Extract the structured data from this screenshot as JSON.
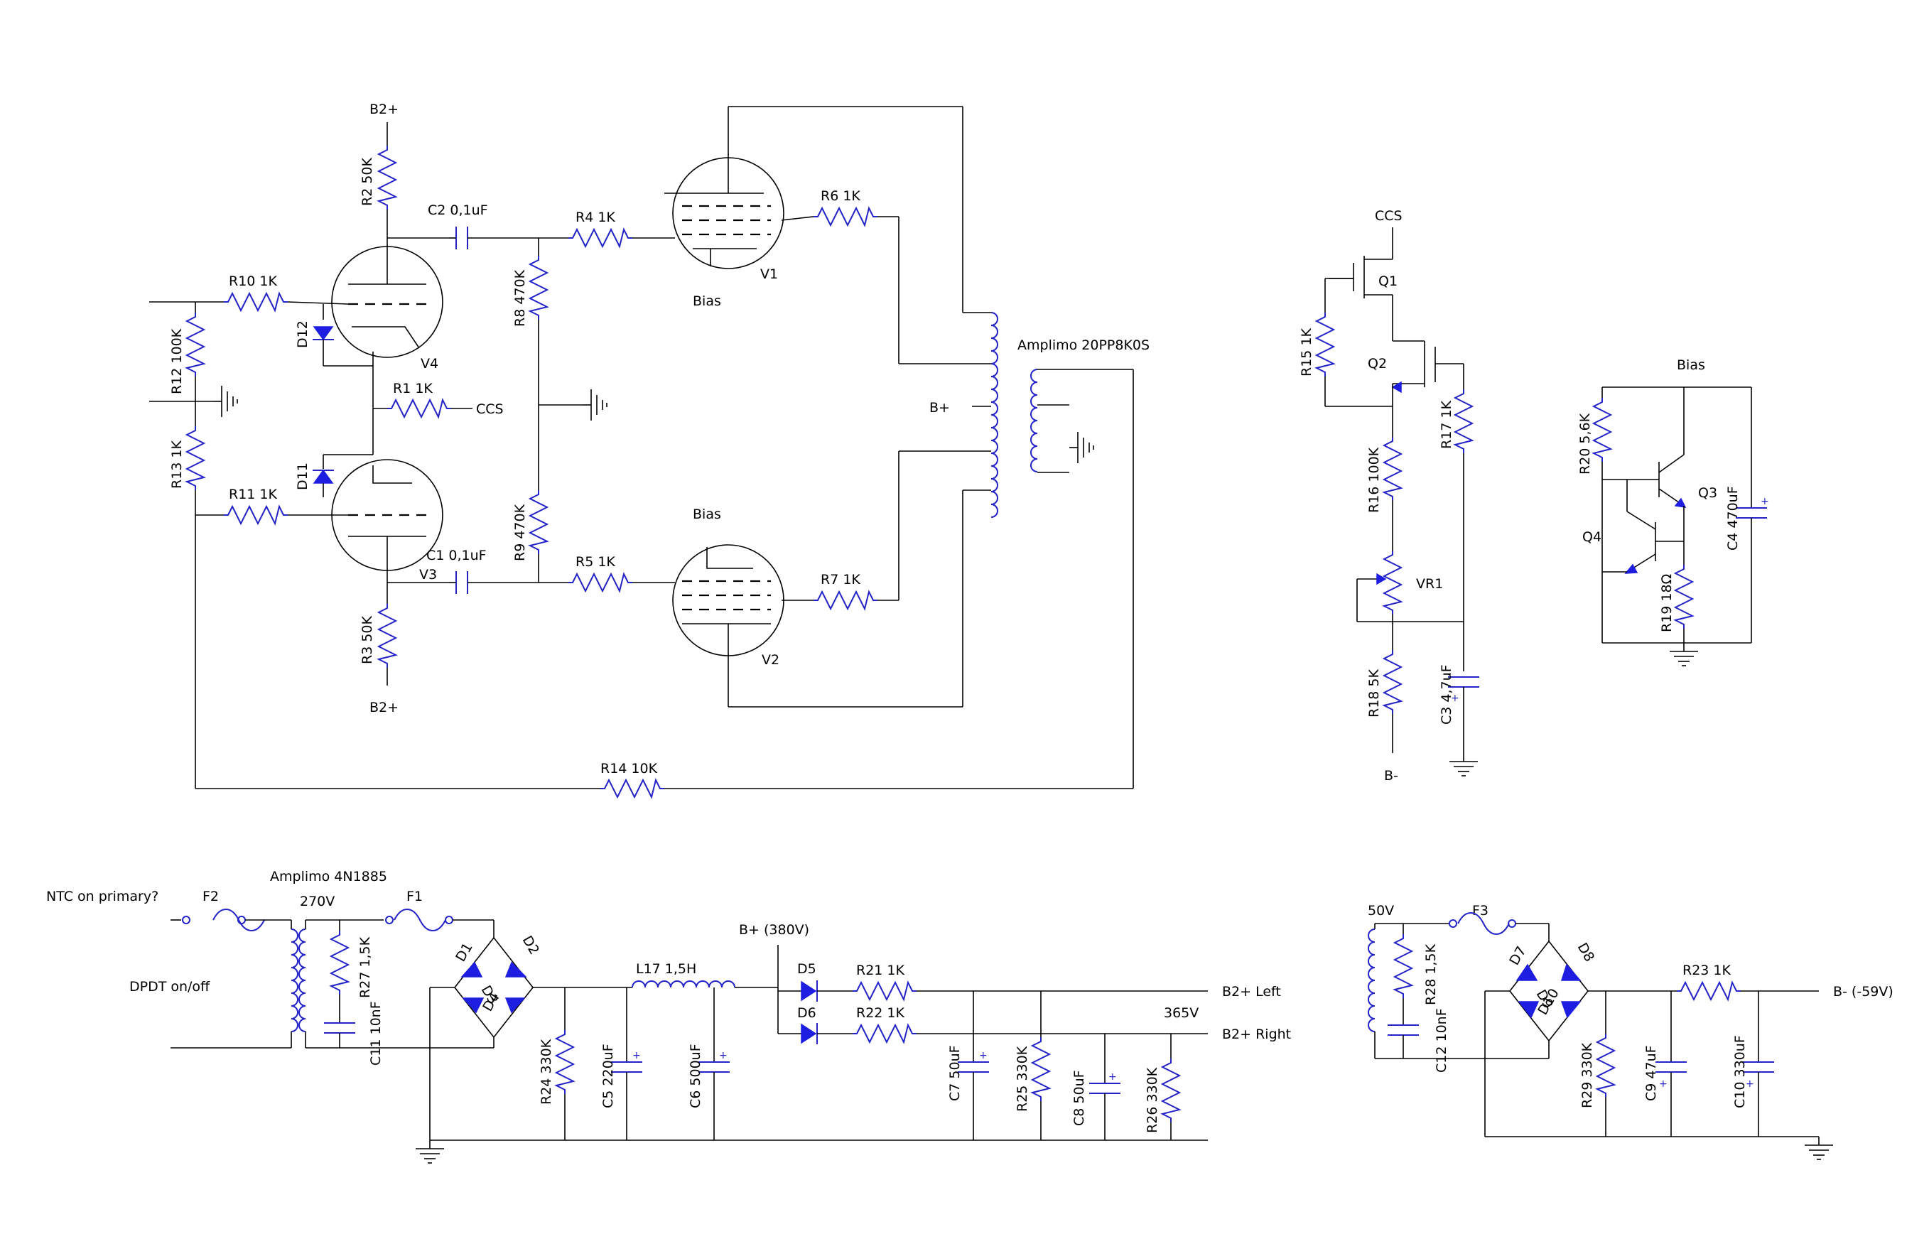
{
  "labels": {
    "b2p_top": "B2+",
    "b2p_bottom": "B2+",
    "r2": "R2 50K",
    "r3": "R3 50K",
    "c2": "C2 0,1uF",
    "c1": "C1 0,1uF",
    "r10": "R10 1K",
    "r11": "R11 1K",
    "r12": "R12 100K",
    "r13": "R13 1K",
    "d12": "D12",
    "d11": "D11",
    "v4": "V4",
    "v3": "V3",
    "r1": "R1 1K",
    "ccs_left": "CCS",
    "r4": "R4 1K",
    "r5": "R5 1K",
    "r8": "R8 470K",
    "r9": "R9 470K",
    "bias_v1": "Bias",
    "bias_v2": "Bias",
    "v1": "V1",
    "v2": "V2",
    "r6": "R6 1K",
    "r7": "R7 1K",
    "opt": "Amplimo 20PP8K0S",
    "bplus_ot": "B+",
    "r14": "R14 10K",
    "ccs_right": "CCS",
    "q1": "Q1",
    "q2": "Q2",
    "r15": "R15 1K",
    "r16": "R16 100K",
    "r17": "R17 1K",
    "vr1": "VR1",
    "r18": "R18 5K",
    "c3": "C3 4,7uF",
    "bminus_ccs": "B-",
    "bias_title": "Bias",
    "r20": "R20 5,6K",
    "q3": "Q3",
    "q4": "Q4",
    "c4": "C4 470uF",
    "r19": "R19 18Ω",
    "ntc": "NTC on primary?",
    "f2": "F2",
    "dpdt": "DPDT on/off",
    "ptx": "Amplimo 4N1885",
    "v270": "270V",
    "f1": "F1",
    "r27": "R27 1,5K",
    "c11": "C11 10nF",
    "d1": "D1",
    "d2": "D2",
    "d3": "D3",
    "d4": "D4",
    "r24": "R24 330K",
    "l17": "L17 1,5H",
    "c5": "C5 220uF",
    "c6": "C6 500uF",
    "bplus380": "B+ (380V)",
    "d5": "D5",
    "d6": "D6",
    "r21": "R21 1K",
    "r22": "R22 1K",
    "b2left": "B2+ Left",
    "v365": "365V",
    "b2right": "B2+ Right",
    "c7": "C7 50uF",
    "r25": "R25 330K",
    "c8": "C8 50uF",
    "r26": "R26 330K",
    "v50": "50V",
    "f3": "F3",
    "r28": "R28 1,5K",
    "c12": "C12 10nF",
    "d7": "D7",
    "d8": "D8",
    "d9": "D9",
    "d10": "D10",
    "r23": "R23 1K",
    "bminus59": "B- (-59V)",
    "r29": "R29 330K",
    "c9": "C9 47uF",
    "c10": "C10 330uF"
  },
  "colors": {
    "wire": "#000000",
    "component": "#2323c8",
    "diode_fill": "#1e1ee0",
    "background": "#ffffff"
  }
}
